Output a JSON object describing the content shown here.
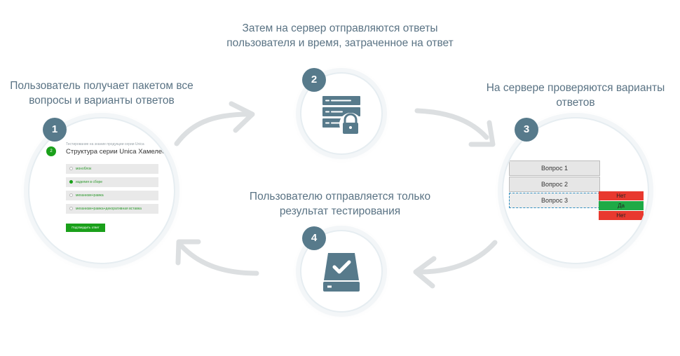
{
  "steps": [
    {
      "number": "1",
      "lines": [
        "Пользователь получает пакетом все",
        "вопросы и варианты ответов"
      ]
    },
    {
      "number": "2",
      "lines": [
        "Затем на сервер отправляются ответы",
        "пользователя и время, затраченное на ответ"
      ]
    },
    {
      "number": "3",
      "lines": [
        "На сервере проверяются варианты",
        "ответов"
      ]
    },
    {
      "number": "4",
      "lines": [
        "Пользователю отправляется только",
        "результат тестирования"
      ]
    }
  ],
  "quiz": {
    "subtitle": "Тестирование на знание продукции серии Unica",
    "question_number": "2",
    "question_title": "Структура серии Unica Хамелеон",
    "options": [
      "моноблок",
      "изделия в сборе",
      "механизм+рамка",
      "механизм+рамка+декоративная вставка"
    ],
    "selected_index": 1,
    "submit_label": "Подтвердить ответ"
  },
  "check_table": {
    "questions": [
      "Вопрос 1",
      "Вопрос 2",
      "Вопрос 3"
    ],
    "results": [
      "Нет",
      "Да",
      "Нет"
    ]
  },
  "icons": [
    "server-lock-icon",
    "drive-check-icon"
  ],
  "colors": {
    "badge": "#577a8b",
    "caption": "#5a7384",
    "accent_green": "#1aa01a",
    "wrong": "#e8392f",
    "right": "#1faa46",
    "arrow": "#dcdfe1"
  }
}
